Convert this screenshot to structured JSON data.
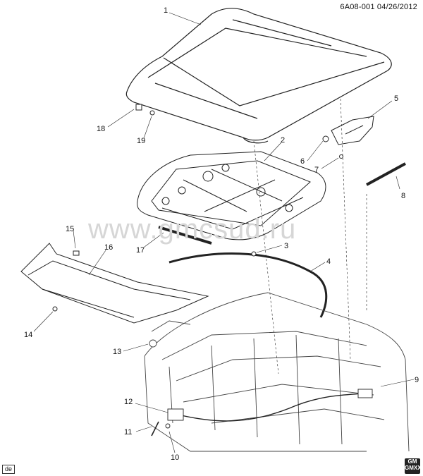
{
  "header": {
    "code_date": "6A08-001  04/26/2012"
  },
  "watermark": "www.gmcsud.ru",
  "callouts": [
    "1",
    "2",
    "3",
    "4",
    "5",
    "6",
    "7",
    "8",
    "9",
    "10",
    "11",
    "12",
    "13",
    "14",
    "15",
    "16",
    "17",
    "18",
    "19"
  ],
  "footer": {
    "tag": "de",
    "logo_line1": "GM",
    "logo_line2": "GMXX"
  }
}
